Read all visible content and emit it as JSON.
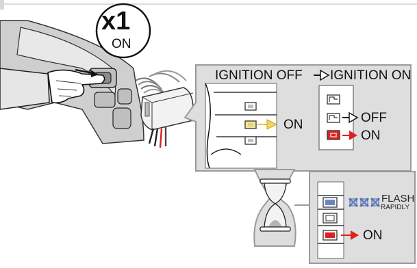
{
  "badge": {
    "count": "x1",
    "state": "ON"
  },
  "panel_top": {
    "heading_left": "IGNITION OFF",
    "heading_right": "IGNITION ON",
    "slot_on_label": "ON",
    "legend_off_label": "OFF",
    "legend_on_label": "ON"
  },
  "panel_bottom": {
    "flash_label": "FLASH",
    "rapidly_label": "RAPIDLY",
    "on_label": "ON"
  },
  "colors": {
    "panel_bg": "#dedede",
    "panel_border": "#9a9a9a",
    "red": "#e02020",
    "yellow_led": "#f2e6a4",
    "blue_led": "#6b86c4",
    "arrow_yellow": "#f3d565",
    "gray_dark": "#555555"
  }
}
